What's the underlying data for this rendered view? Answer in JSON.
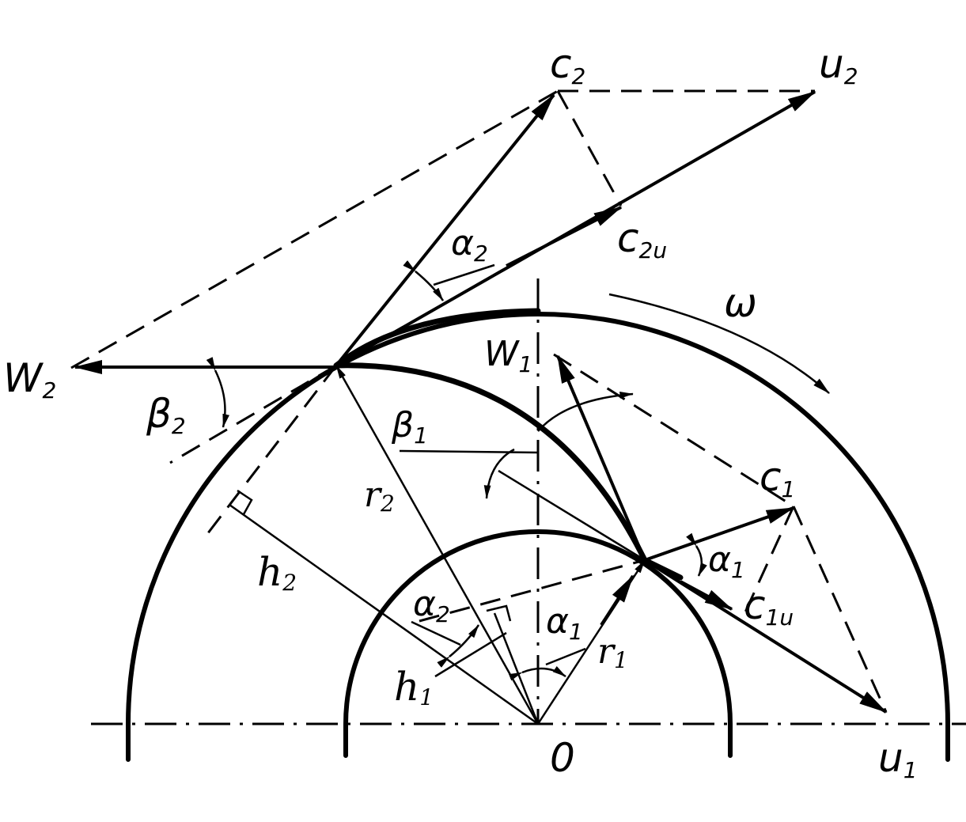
{
  "labels": {
    "c2": "c",
    "c2_sub": "2",
    "u2": "u",
    "u2_sub": "2",
    "c2u": "c",
    "c2u_sub": "2u",
    "alpha2_top": "α",
    "alpha2_top_sub": "2",
    "omega": "ω",
    "w2": "W",
    "w2_sub": "2",
    "beta2": "β",
    "beta2_sub": "2",
    "w1": "W",
    "w1_sub": "1",
    "beta1": "β",
    "beta1_sub": "1",
    "r2": "r",
    "r2_sub": "2",
    "c1": "c",
    "c1_sub": "1",
    "alpha1_right": "α",
    "alpha1_right_sub": "1",
    "c1u": "c",
    "c1u_sub": "1u",
    "h2": "h",
    "h2_sub": "2",
    "alpha2_low": "α",
    "alpha2_low_sub": "2",
    "alpha1_low": "α",
    "alpha1_low_sub": "1",
    "r1": "r",
    "r1_sub": "1",
    "h1": "h",
    "h1_sub": "1",
    "o": "0",
    "u1": "u",
    "u1_sub": "1"
  }
}
